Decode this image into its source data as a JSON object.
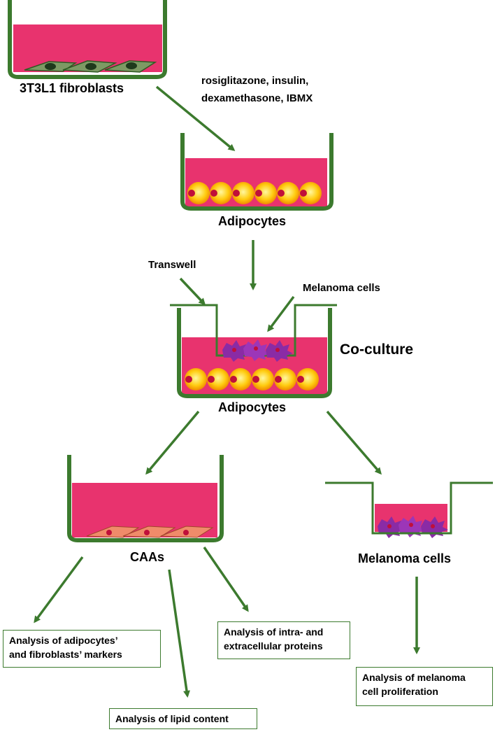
{
  "labels": {
    "fibroblasts": "3T3L1 fibroblasts",
    "treatment_line1": "rosiglitazone,  insulin,",
    "treatment_line2": "dexamethasone,  IBMX",
    "adipocytes_top": "Adipocytes",
    "transwell": "Transwell",
    "melanoma_cells_arrow": "Melanoma  cells",
    "coculture": "Co-culture",
    "adipocytes_coculture": "Adipocytes",
    "caas": "CAAs",
    "melanoma_cells_result": "Melanoma cells"
  },
  "analysis_boxes": {
    "markers_line1": "Analysis of adipocytes’",
    "markers_line2": "and fibroblasts’ markers",
    "lipid": "Analysis of lipid content",
    "proteins_line1": "Analysis of intra- and",
    "proteins_line2": "extracellular proteins",
    "proliferation_line1": "Analysis of melanoma",
    "proliferation_line2": "cell proliferation"
  },
  "colors": {
    "well_outline": "#3c7a2e",
    "arrow": "#3c7a2e",
    "medium": "#e8336e",
    "adipocyte_fill": "#f7b500",
    "adipocyte_nucleus": "#c00f3a",
    "melanoma": "#8a2ba5",
    "fibroblast": "#6f8a5a",
    "caa": "#f08b6a"
  }
}
